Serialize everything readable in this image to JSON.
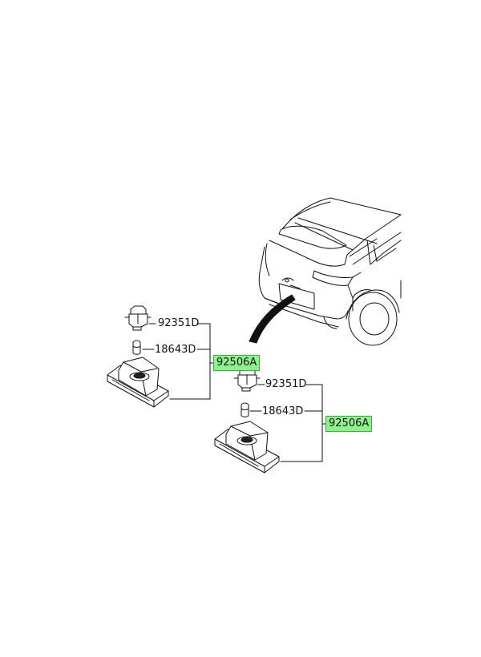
{
  "diagram": {
    "upper_assembly": {
      "socket_label": "92351D",
      "bulb_label": "18643D",
      "assembly_label": "92506A"
    },
    "lower_assembly": {
      "socket_label": "92351D",
      "bulb_label": "18643D",
      "assembly_label": "92506A"
    }
  },
  "colors": {
    "line": "#111111",
    "highlight_fill": "#8df28d",
    "highlight_border": "#2dbb2d"
  }
}
